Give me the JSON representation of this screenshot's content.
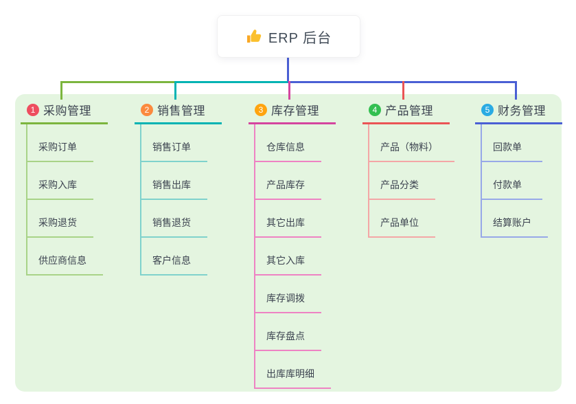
{
  "root": {
    "label": "ERP 后台",
    "icon": "thumbs-up-icon"
  },
  "canvas": {
    "background_color": "#e4f5e0",
    "page_background": "#ffffff"
  },
  "branches": [
    {
      "num": "1",
      "label": "采购管理",
      "color": "#7cb53e",
      "light_color": "#a8d387",
      "badge_color": "#ee4d5f",
      "children": [
        "采购订单",
        "采购入库",
        "采购退货",
        "供应商信息"
      ]
    },
    {
      "num": "2",
      "label": "销售管理",
      "color": "#00b3b3",
      "light_color": "#7fd2cc",
      "badge_color": "#fb8a3e",
      "children": [
        "销售订单",
        "销售出库",
        "销售退货",
        "客户信息"
      ]
    },
    {
      "num": "3",
      "label": "库存管理",
      "color": "#d4459f",
      "light_color": "#ee82c3",
      "badge_color": "#ffa40f",
      "children": [
        "仓库信息",
        "产品库存",
        "其它出库",
        "其它入库",
        "库存调拨",
        "库存盘点",
        "出库库明细"
      ]
    },
    {
      "num": "4",
      "label": "产品管理",
      "color": "#ea5455",
      "light_color": "#f4a6a6",
      "badge_color": "#33bf51",
      "children": [
        "产品（物料）",
        "产品分类",
        "产品单位"
      ]
    },
    {
      "num": "5",
      "label": "财务管理",
      "color": "#4a5fd4",
      "light_color": "#97a8e8",
      "badge_color": "#2aabe3",
      "children": [
        "回款单",
        "付款单",
        "结算账户"
      ]
    }
  ]
}
